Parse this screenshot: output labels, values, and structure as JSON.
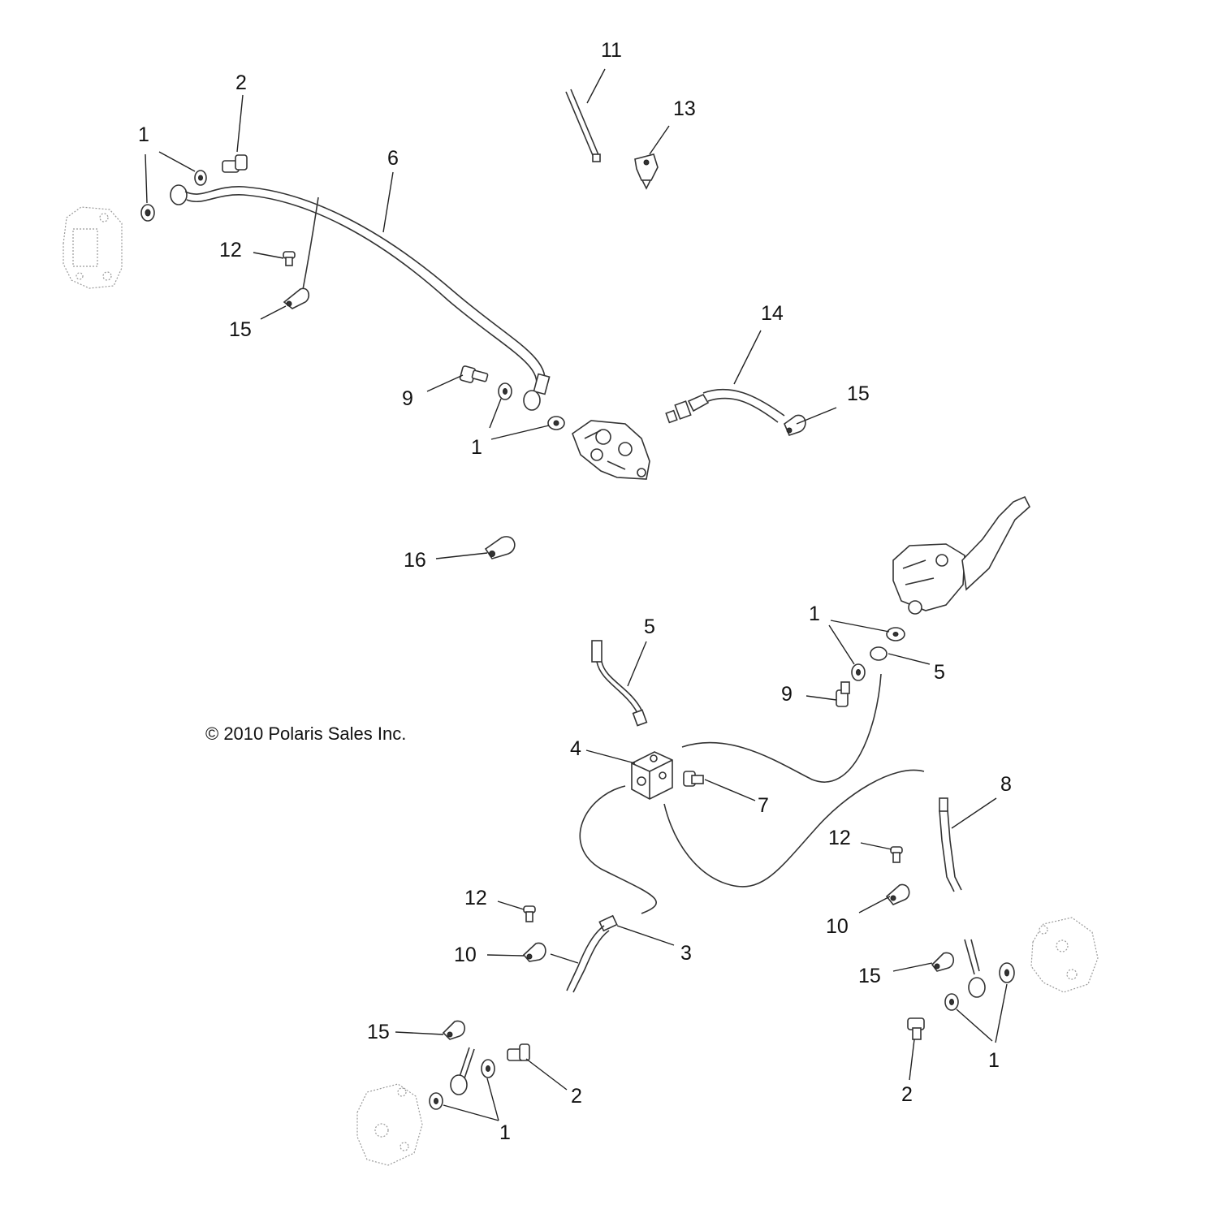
{
  "copyright": "© 2010  Polaris Sales Inc.",
  "callouts": [
    "1",
    "2",
    "3",
    "4",
    "5",
    "6",
    "7",
    "8",
    "9",
    "10",
    "11",
    "12",
    "13",
    "14",
    "15",
    "16"
  ],
  "icons": {
    "caliper": "brake-caliper-icon",
    "master_cylinder": "master-cylinder-icon",
    "lever": "hand-brake-lever-icon",
    "block": "junction-block-icon",
    "washer": "crush-washer-icon",
    "bolt": "banjo-bolt-icon",
    "clamp": "p-clamp-icon"
  }
}
